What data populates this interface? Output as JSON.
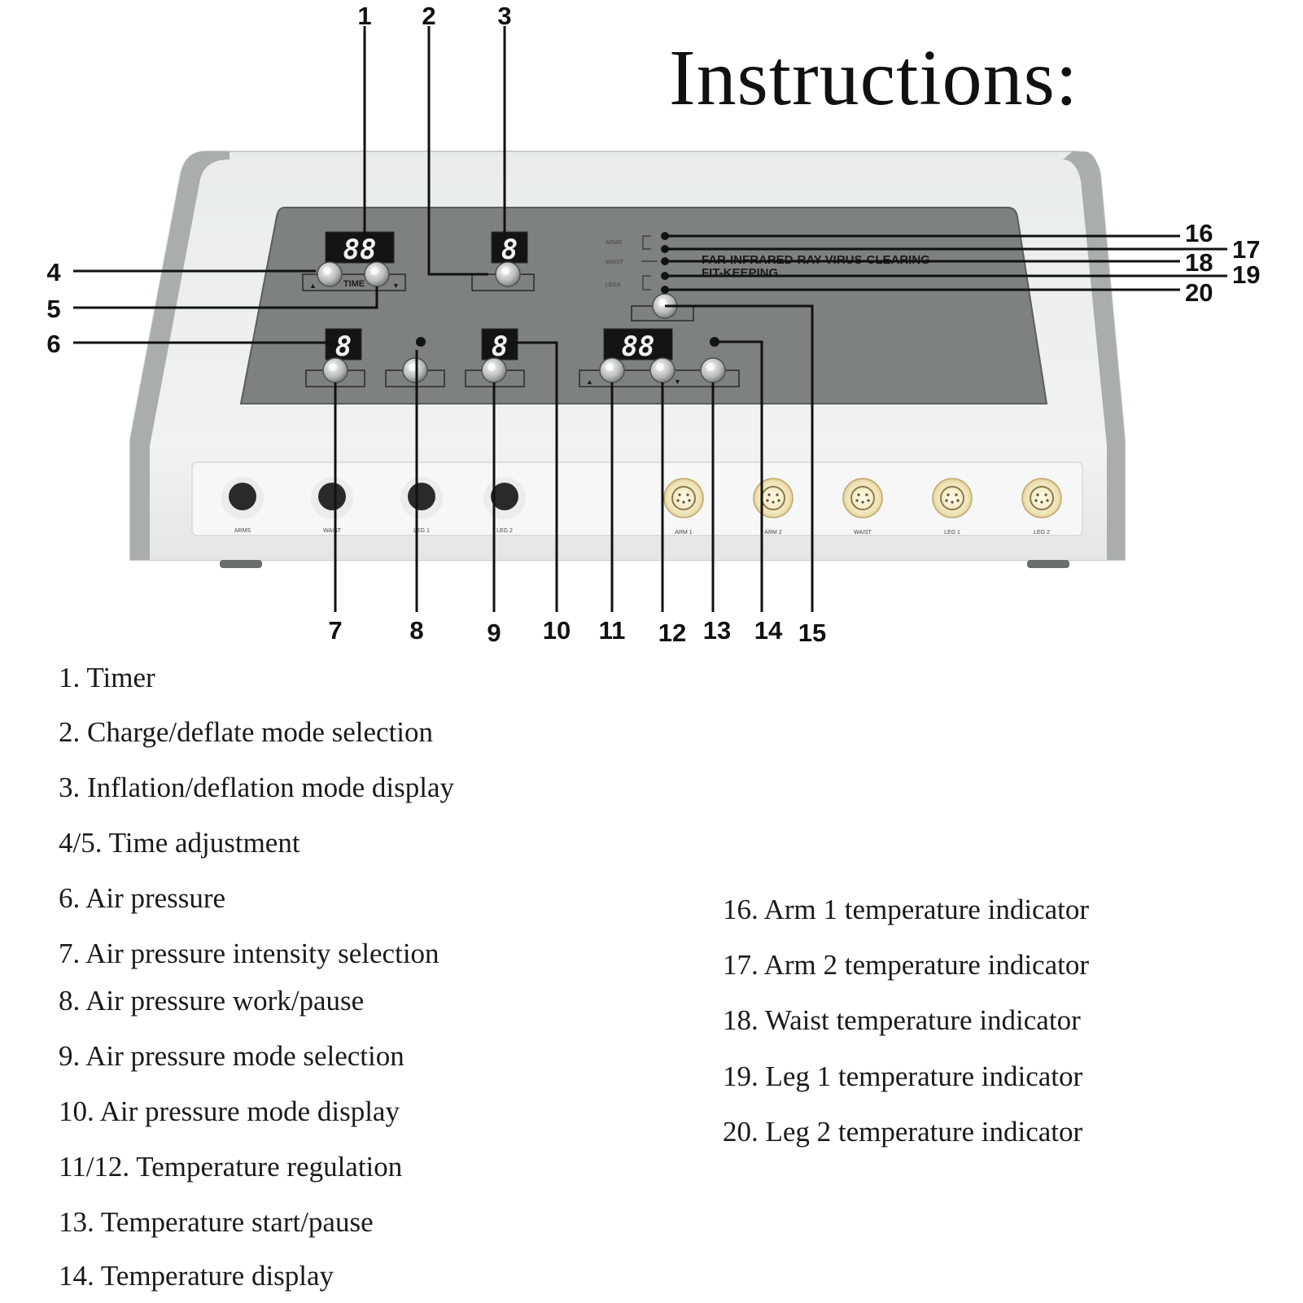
{
  "title": "Instructions:",
  "panel": {
    "banner_lines": [
      "FAR-INFRARED-RAY VIRUS-CLEARING",
      "FIT-KEEPING"
    ],
    "time_label": "TIME",
    "displays": {
      "timer": "88",
      "mode": "8",
      "pressure": "8",
      "pressure_mode": "8",
      "temperature": "88"
    },
    "group_labels": {
      "arms": "ARMS",
      "waist": "WAIST",
      "legs": "LEGS"
    },
    "sockets_air": [
      "ARMS",
      "WAIST",
      "LEG 1",
      "LEG 2"
    ],
    "sockets_heat": [
      "ARM 1",
      "ARM 2",
      "WAIST",
      "LEG 1",
      "LEG 2"
    ]
  },
  "callouts": [
    "1",
    "2",
    "3",
    "4",
    "5",
    "6",
    "7",
    "8",
    "9",
    "10",
    "11",
    "12",
    "13",
    "14",
    "15",
    "16",
    "17",
    "18",
    "19",
    "20"
  ],
  "legend_left": [
    "1. Timer",
    "2. Charge/deflate mode selection",
    "3. Inflation/deflation mode display",
    "4/5. Time adjustment",
    "6. Air pressure",
    "7. Air pressure intensity selection",
    "8. Air pressure work/pause",
    "9. Air pressure mode selection",
    "10. Air pressure mode display",
    "11/12. Temperature regulation",
    "13. Temperature start/pause",
    "14. Temperature display"
  ],
  "legend_right": [
    "16. Arm 1 temperature indicator",
    "17. Arm 2 temperature indicator",
    "18. Waist temperature indicator",
    "19. Leg 1 temperature indicator",
    "20. Leg 2 temperature indicator"
  ]
}
